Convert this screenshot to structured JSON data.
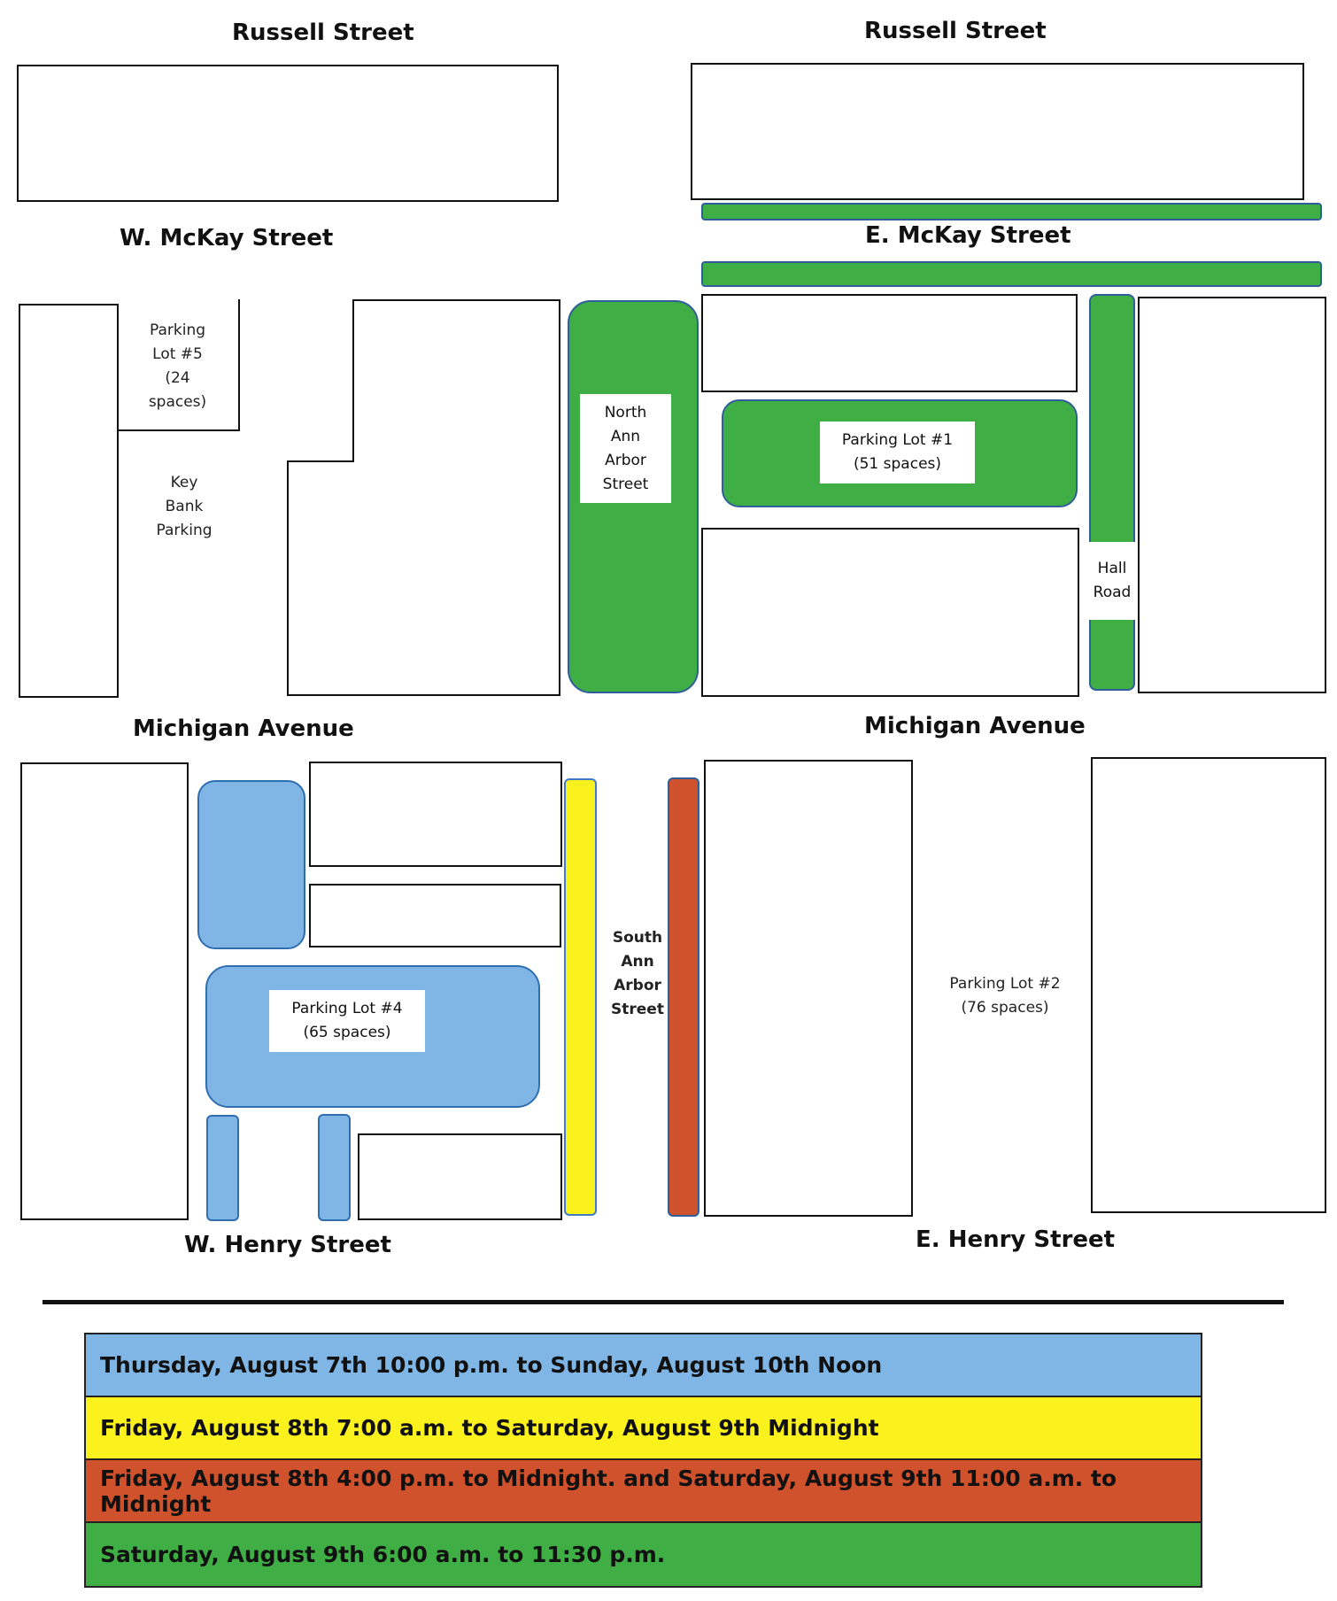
{
  "streets": {
    "russell_west": "Russell Street",
    "russell_east": "Russell Street",
    "mckay_west": "W. McKay Street",
    "mckay_east": "E. McKay Street",
    "michigan_west": "Michigan Avenue",
    "michigan_east": "Michigan Avenue",
    "henry_west": "W. Henry Street",
    "henry_east": "E. Henry Street"
  },
  "labels": {
    "lot5": [
      "Parking",
      "Lot #5",
      "(24",
      "spaces)"
    ],
    "key_bank": [
      "Key",
      "Bank",
      "Parking"
    ],
    "north_ann_arbor": [
      "North",
      "Ann",
      "Arbor",
      "Street"
    ],
    "lot1": [
      "Parking Lot #1",
      "(51 spaces)"
    ],
    "hall_road": [
      "Hall",
      "Road"
    ],
    "lot4": [
      "Parking Lot #4",
      "(65 spaces)"
    ],
    "south_ann_arbor": [
      "South",
      "Ann",
      "Arbor",
      "Street"
    ],
    "lot2": [
      "Parking Lot #2",
      "(76 spaces)"
    ]
  },
  "colors": {
    "blue": "#7fb6e6",
    "yellow": "#fbf21d",
    "red": "#d0522c",
    "green": "#3fae45"
  },
  "legend": [
    {
      "color": "#7fb6e6",
      "text": "Thursday, August 7th 10:00 p.m. to Sunday, August 10th Noon"
    },
    {
      "color": "#fbf21d",
      "text": "Friday, August 8th 7:00 a.m. to Saturday, August 9th Midnight"
    },
    {
      "color": "#d0522c",
      "text": "Friday, August 8th 4:00 p.m. to Midnight. and Saturday, August 9th 11:00 a.m. to Midnight"
    },
    {
      "color": "#3fae45",
      "text": "Saturday, August 9th 6:00 a.m. to 11:30 p.m."
    }
  ]
}
